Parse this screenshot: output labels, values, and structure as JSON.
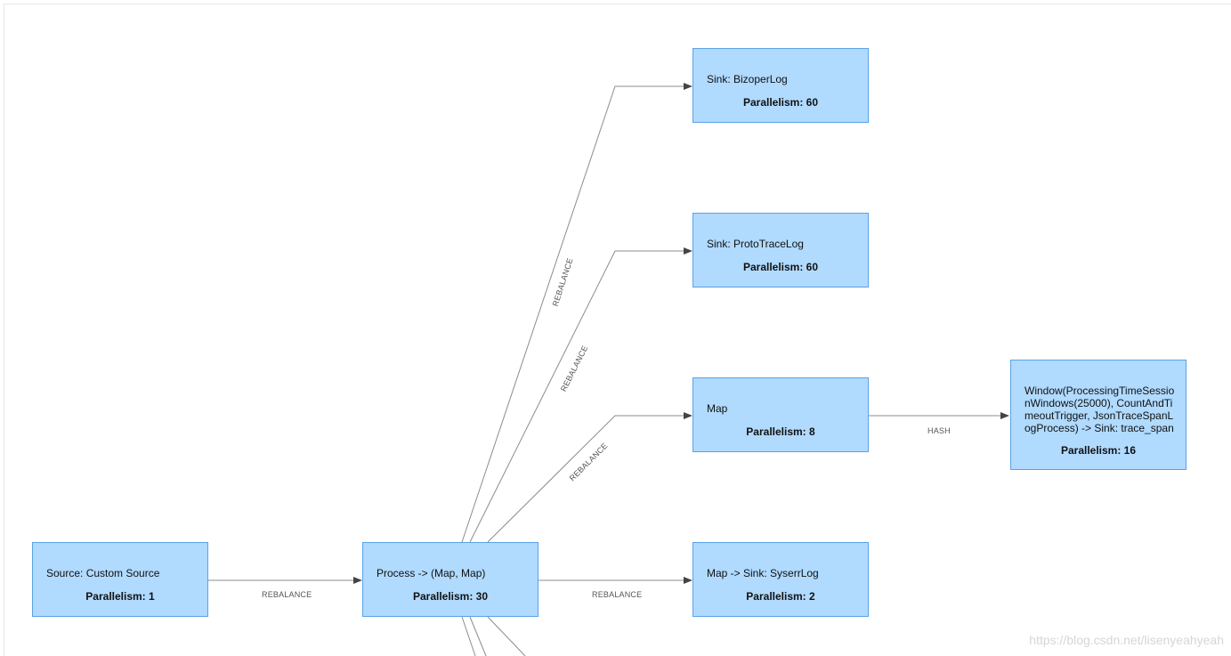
{
  "nodes": {
    "source": {
      "name": "Source: Custom Source",
      "parallelism": "Parallelism: 1"
    },
    "process": {
      "name": "Process -> (Map, Map)",
      "parallelism": "Parallelism: 30"
    },
    "bizoper": {
      "name": "Sink: BizoperLog",
      "parallelism": "Parallelism: 60"
    },
    "prototrace": {
      "name": "Sink: ProtoTraceLog",
      "parallelism": "Parallelism: 60"
    },
    "map": {
      "name": "Map",
      "parallelism": "Parallelism: 8"
    },
    "syserr": {
      "name": "Map -> Sink: SyserrLog",
      "parallelism": "Parallelism: 2"
    },
    "window": {
      "name": "Window(ProcessingTimeSessionWindows(25000), CountAndTimeoutTrigger, JsonTraceSpanLogProcess) -> Sink: trace_span",
      "parallelism": "Parallelism: 16"
    }
  },
  "edges": {
    "source_process": "REBALANCE",
    "process_bizoper": "REBALANCE",
    "process_prototrace": "REBALANCE",
    "process_map": "REBALANCE",
    "process_syserr": "REBALANCE",
    "map_window": "HASH"
  },
  "watermark": "https://blog.csdn.net/lisenyeahyeah",
  "colors": {
    "node_fill": "#b0dafe",
    "node_border": "#5aa2e8",
    "edge": "#8c8c8c"
  }
}
